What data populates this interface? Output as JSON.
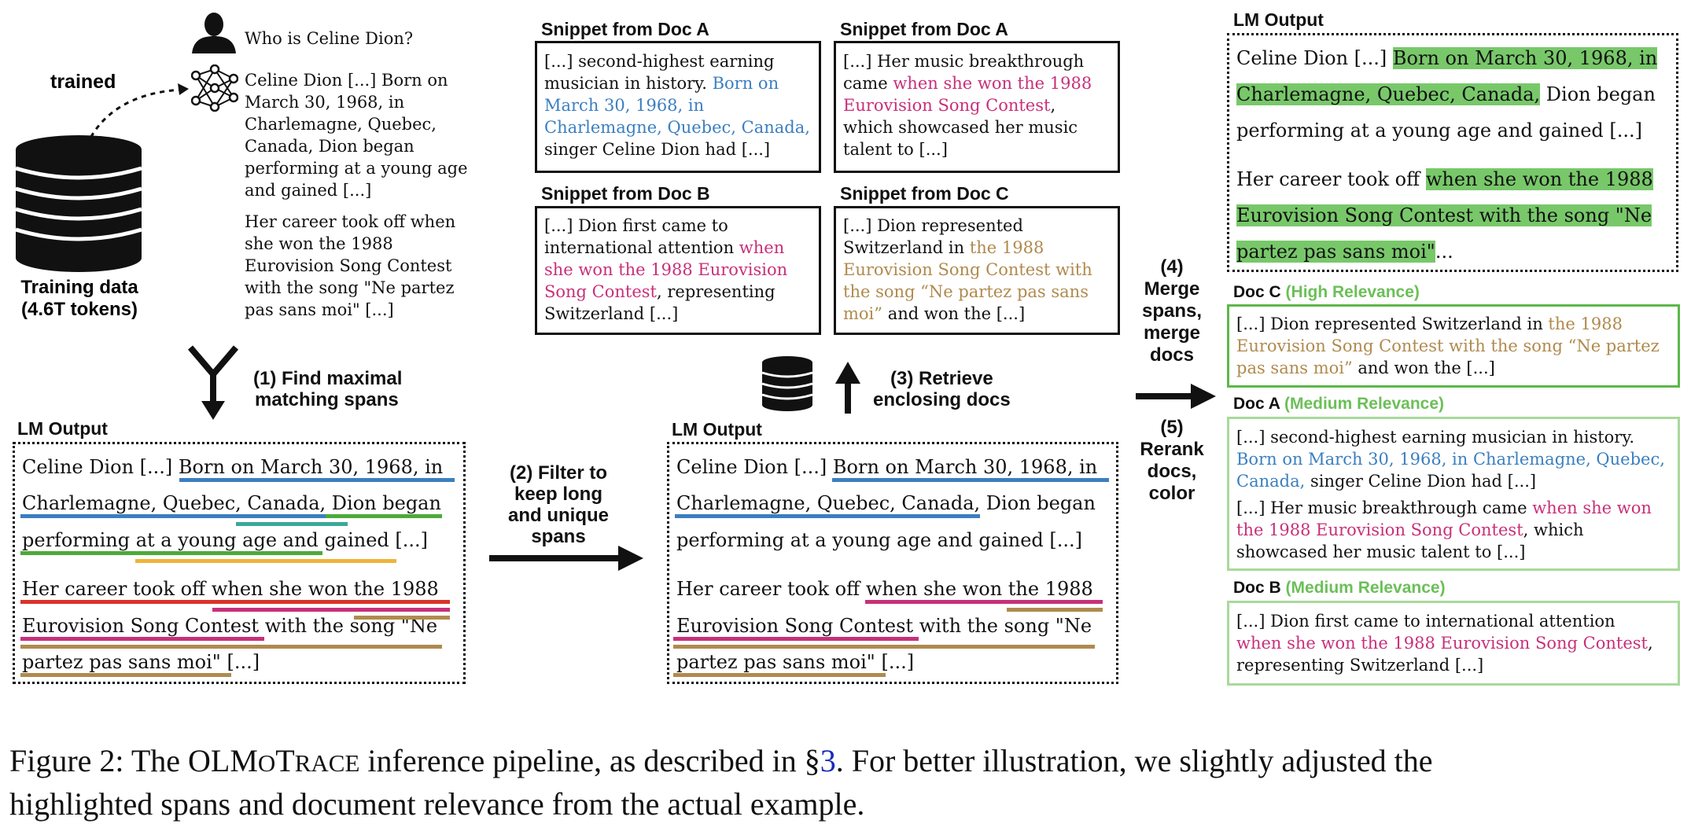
{
  "question": "Who is Celine Dion?",
  "trained_label": "trained",
  "training_data": {
    "line1": "Training data",
    "line2": "(4.6T tokens)"
  },
  "lm_response": {
    "para1": "Celine Dion [...] Born on March 30, 1968, in Charlemagne, Quebec, Canada, Dion began performing at a young age and gained [...]",
    "para2": "Her career took off when she won the 1988 Eurovision Song Contest with the song \"Ne partez pas sans moi\" [...]"
  },
  "step1": {
    "line1": "(1) Find maximal",
    "line2": "matching spans"
  },
  "step2": {
    "line1": "(2) Filter to",
    "line2": "keep long",
    "line3": "and unique",
    "line4": "spans"
  },
  "step3": {
    "line1": "(3) Retrieve",
    "line2": "enclosing docs"
  },
  "step4": {
    "line1": "(4)",
    "line2": "Merge",
    "line3": "spans,",
    "line4": "merge",
    "line5": "docs"
  },
  "step5": {
    "line1": "(5)",
    "line2": "Rerank",
    "line3": "docs,",
    "line4": "color"
  },
  "lm_output_title": "LM Output",
  "lm_output_lines": {
    "l1a": "Celine Dion [...] ",
    "l1b": "Born on March 30, 1968, in",
    "l2a": "Charlemagne, Quebec, Canada,",
    "l2b": " Dion began",
    "l3": "performing at a young age and gained [...]",
    "l4a": "Her career took off ",
    "l4b": "when she won the 1988",
    "l5a": "Eurovision Song Contest",
    "l5b": " with the song \"Ne",
    "l6a": "partez pas sans moi\"",
    "l6b": " [...]"
  },
  "snippets": [
    {
      "title": "Snippet from Doc A",
      "l1": "[...] second-highest earning",
      "l2": "musician in history. ",
      "l2h": "Born on",
      "l3h": "March 30, 1968, in",
      "l4h": "Charlemagne, Quebec, Canada,",
      "l5": "singer Celine Dion had [...]"
    },
    {
      "title": "Snippet from Doc A",
      "l1": "[...] Her music breakthrough",
      "l2": "came ",
      "l2h": "when she won the 1988",
      "l3h": "Eurovision Song Contest",
      "l3": ",",
      "l4": "which showcased her music",
      "l5": "talent to [...]"
    },
    {
      "title": "Snippet from Doc B",
      "l1": "[...] Dion first came to",
      "l2": "international attention ",
      "l2h": "when",
      "l3h": "she won the 1988 Eurovision",
      "l4h": "Song Contest",
      "l4": ", representing",
      "l5": "Switzerland [...]"
    },
    {
      "title": "Snippet from Doc C",
      "l1": "[...] Dion represented",
      "l2": "Switzerland in ",
      "l2h": "the 1988",
      "l3h": "Eurovision Song Contest with",
      "l4h": "the song “Ne partez pas sans",
      "l5h": "moi”",
      "l5": " and won the [...]"
    }
  ],
  "final_output": {
    "title": "LM Output",
    "l1a": "Celine Dion [...] ",
    "l1b": "Born on March 30, 1968, in",
    "l2a": "Charlemagne, Quebec, Canada,",
    "l2b": " Dion began",
    "l3": "performing at a young age and gained [...]",
    "l4a": "Her career took off ",
    "l4b": "when she won the 1988",
    "l5": "Eurovision Song Contest with the song \"Ne",
    "l6a": "partez pas sans moi\"",
    "l6b": "..."
  },
  "docs": [
    {
      "name": "Doc C",
      "relevance": "(High Relevance)",
      "l1": "[...] Dion represented Switzerland in ",
      "l1h": "the 1988",
      "l2h": "Eurovision Song Contest with the song “Ne partez",
      "l3h": "pas sans moi”",
      "l3": " and won the [...]"
    },
    {
      "name": "Doc A",
      "relevance": "(Medium Relevance)",
      "l1": "[...] second-highest earning musician in history.",
      "l2h": "Born on March 30, 1968, in Charlemagne, Quebec,",
      "l3h": "Canada,",
      "l3": " singer Celine Dion had [...]",
      "l4": "[...] Her music breakthrough came ",
      "l4h": "when she won",
      "l5h": "the 1988 Eurovision Song Contest",
      "l5": ", which",
      "l6": "showcased her music talent to [...]"
    },
    {
      "name": "Doc B",
      "relevance": "(Medium Relevance)",
      "l1": "[...] Dion first came to international attention",
      "l2h": "when she won the 1988 Eurovision Song Contest",
      "l2": ",",
      "l3": "representing Switzerland [...]"
    }
  ],
  "caption": {
    "prefix": "Figure 2: The ",
    "name_a": "OLM",
    "name_b": "O",
    "name_c": "T",
    "name_d": "RACE",
    "mid": " inference pipeline, as described in §",
    "ref": "3",
    "rest1": ". For better illustration, we slightly adjusted the",
    "line2": "highlighted spans and document relevance from the actual example."
  },
  "colors": {
    "blue": "#3b7fc0",
    "pink": "#c8307a",
    "brown": "#b08a4e",
    "green": "#6cbf58",
    "red": "#d9332a",
    "yellow": "#f0b33a",
    "teal": "#3aa89b",
    "darkgreen": "#4caa3a"
  }
}
